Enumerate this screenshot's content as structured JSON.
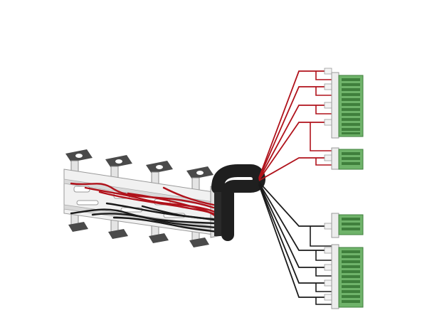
{
  "colors": {
    "background": "#ffffff",
    "wire_red": "#b0121b",
    "wire_black": "#1a1a1a",
    "connector_green": "#6fb36a",
    "connector_green_dark": "#3f7f3c",
    "metal_light": "#e4e4e4",
    "metal_edge": "#8c8c8c",
    "plate_dark": "#4a4a4a"
  },
  "parts": {
    "mounting_brackets": 4,
    "bus_rail_assembly": "bus-rail",
    "cable_bundle": "cable-bundle",
    "red_branch_wires": 5,
    "black_branch_wires": 5
  },
  "connectors": [
    {
      "group": "red",
      "pins": 12
    },
    {
      "group": "red",
      "pins": 4
    },
    {
      "group": "black",
      "pins": 4
    },
    {
      "group": "black",
      "pins": 12
    }
  ]
}
